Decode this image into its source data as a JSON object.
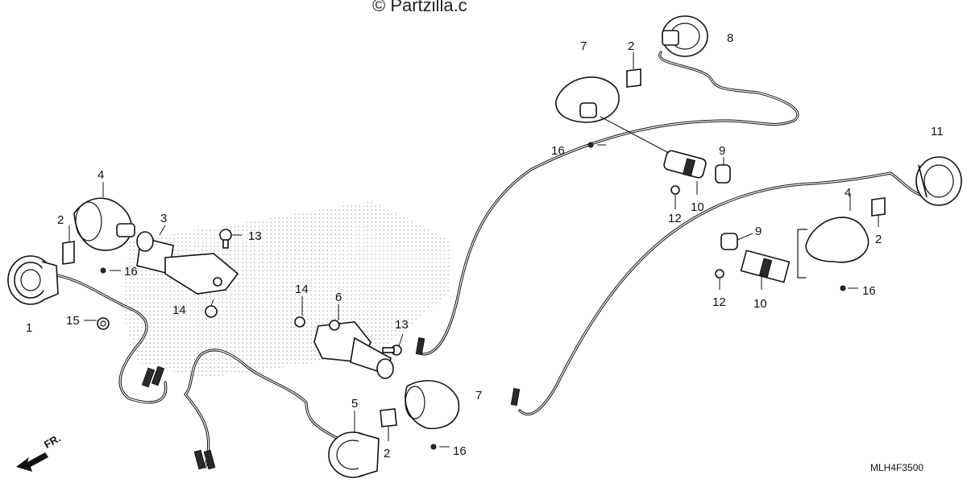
{
  "watermark": "© Partzilla.c",
  "diagram_code": "MLH4F3500",
  "front_label": "FR.",
  "callouts": [
    "1",
    "2",
    "2",
    "2",
    "2",
    "3",
    "4",
    "4",
    "5",
    "6",
    "7",
    "7",
    "8",
    "9",
    "9",
    "10",
    "10",
    "11",
    "12",
    "12",
    "13",
    "13",
    "14",
    "14",
    "15",
    "16",
    "16",
    "16",
    "16"
  ]
}
